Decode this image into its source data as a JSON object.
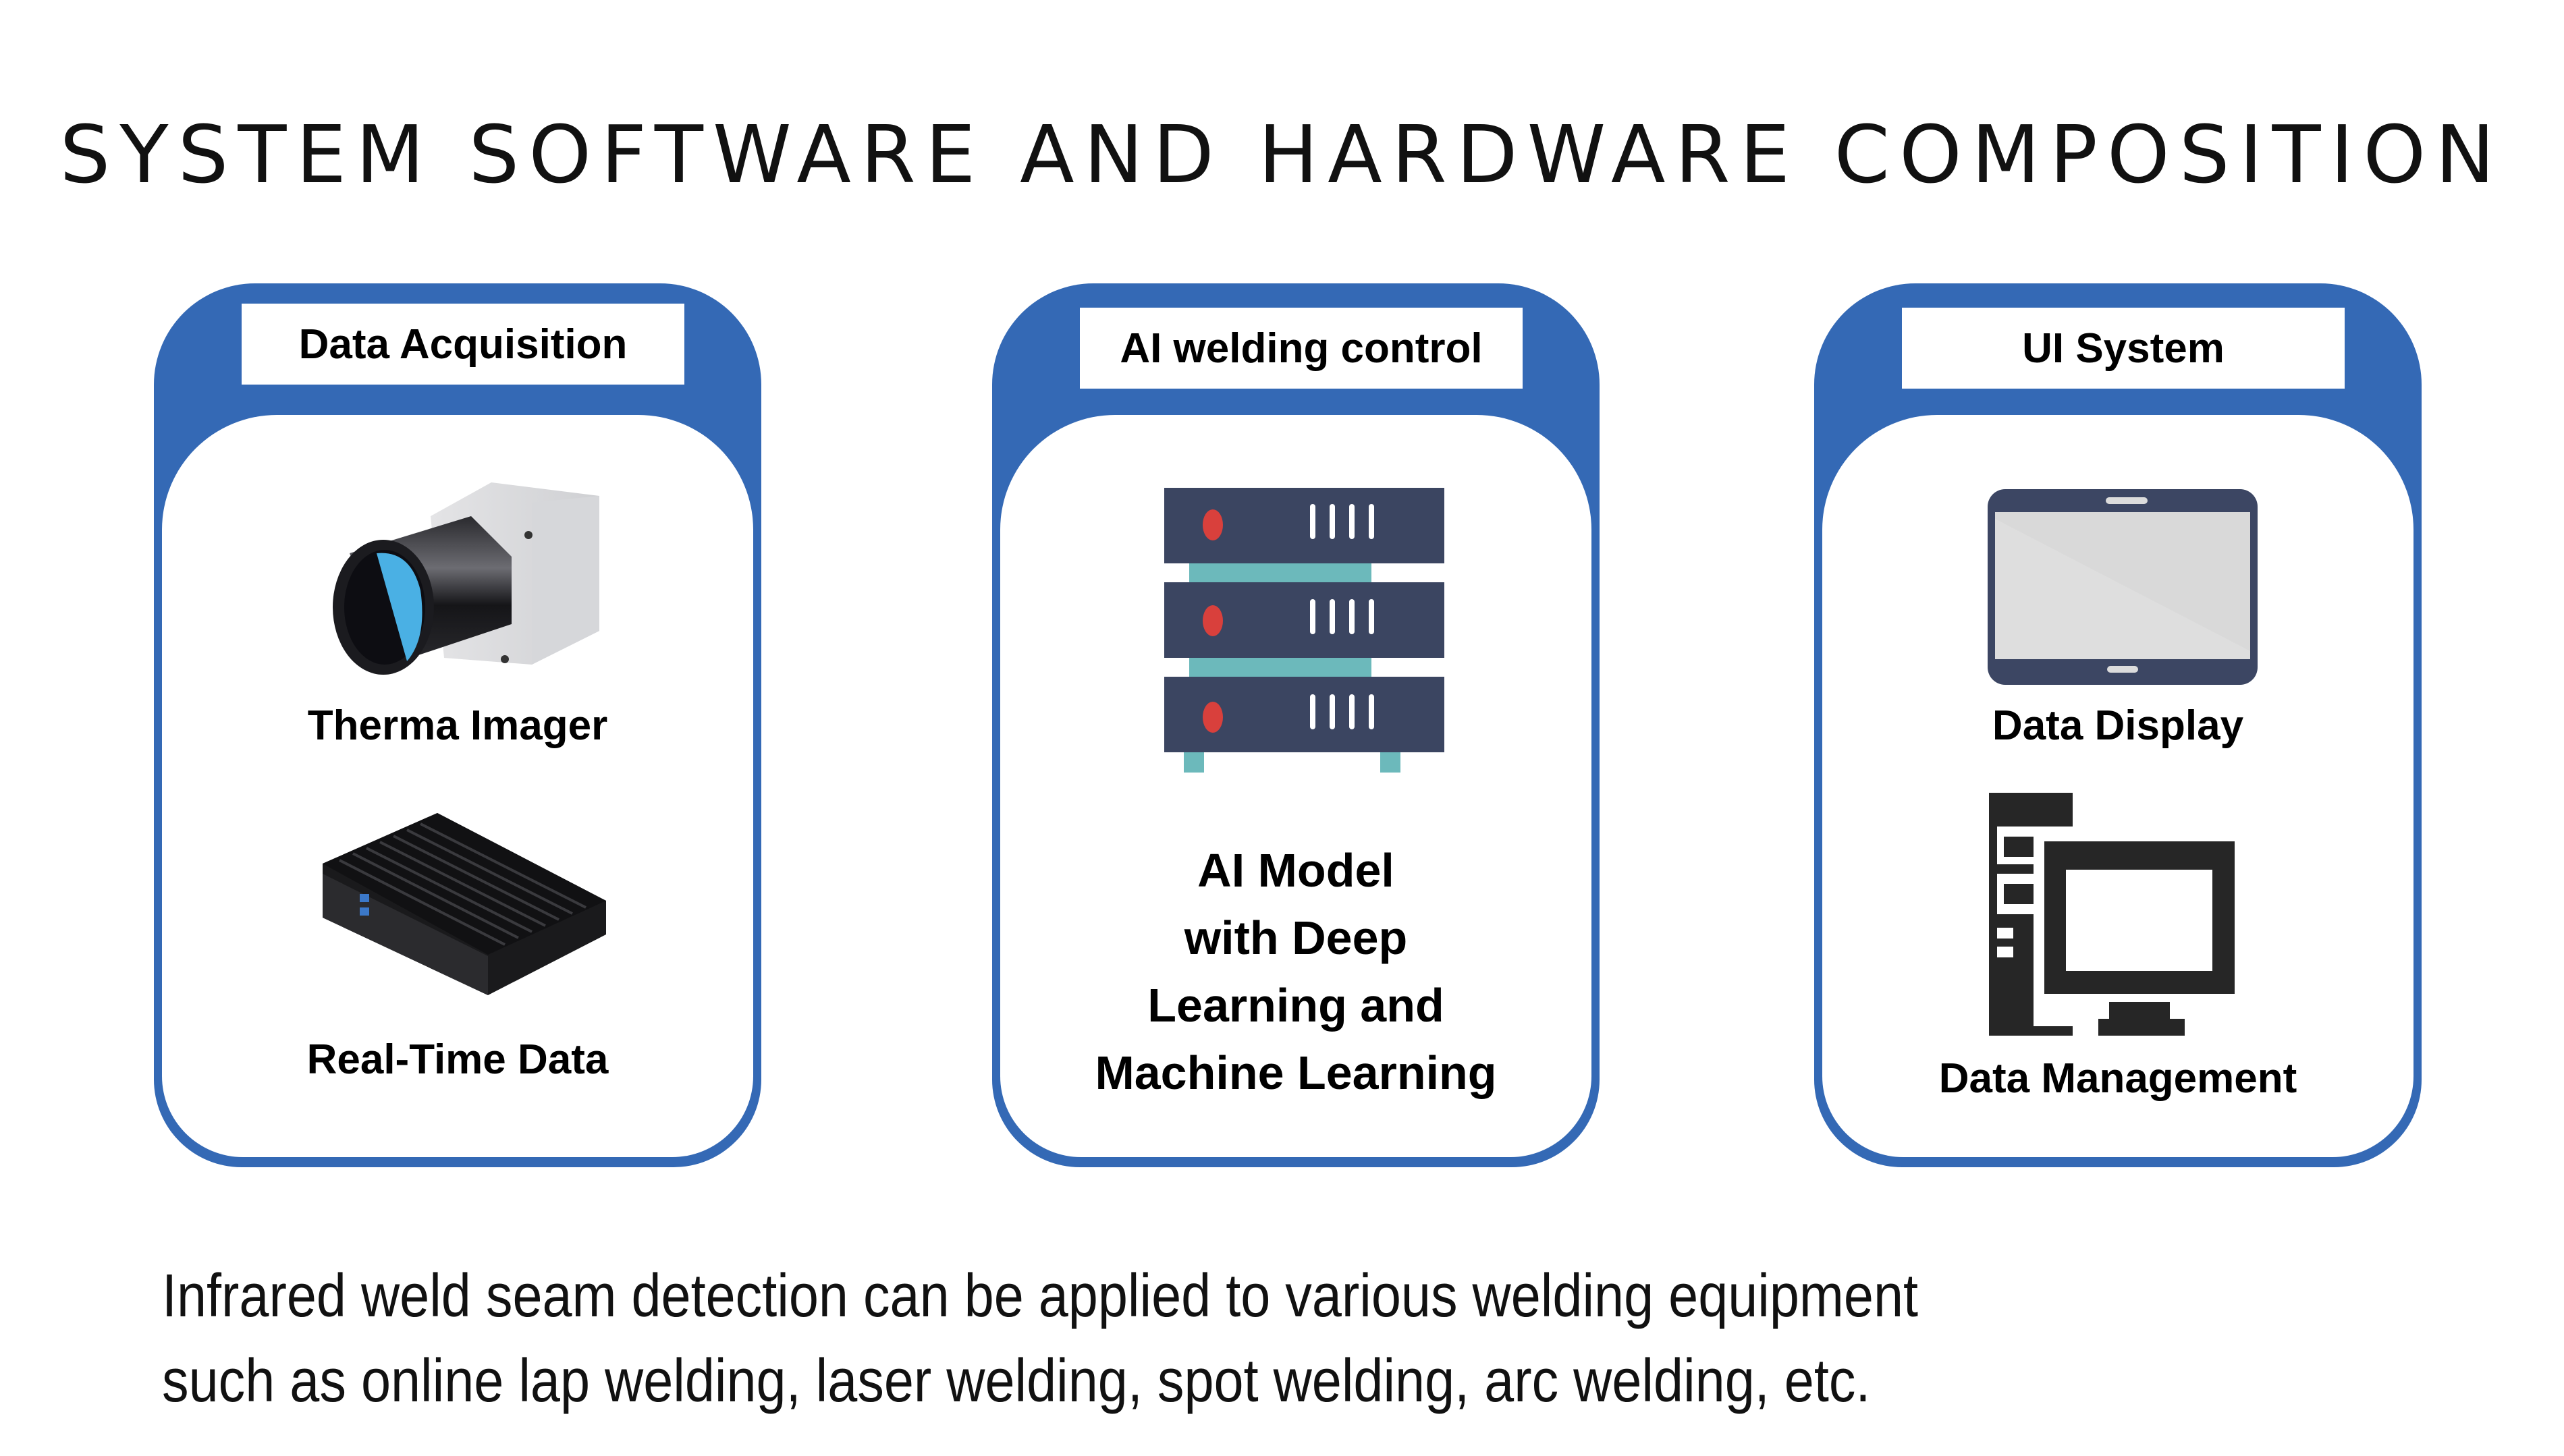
{
  "title": "SYSTEM SOFTWARE AND HARDWARE COMPOSITION",
  "colors": {
    "panel_blue": "#3469b5",
    "server_dark": "#3b4561",
    "server_teal": "#6cb9bb",
    "server_led": "#d9403c",
    "tablet_frame": "#3c4663",
    "tablet_screen": "#d9d9d9",
    "computer_icon": "#262626"
  },
  "panels": [
    {
      "header": "Data Acquisition",
      "items": [
        {
          "icon": "thermal-camera-icon",
          "label": "Therma Imager"
        },
        {
          "icon": "edge-computer-icon",
          "label": "Real-Time Data"
        }
      ]
    },
    {
      "header": "AI welding control",
      "items": [
        {
          "icon": "server-rack-icon",
          "label_lines": [
            "AI Model",
            "with Deep",
            "Learning and",
            "Machine Learning"
          ]
        }
      ]
    },
    {
      "header": "UI System",
      "items": [
        {
          "icon": "tablet-icon",
          "label": "Data Display"
        },
        {
          "icon": "desktop-computer-icon",
          "label": "Data Management"
        }
      ]
    }
  ],
  "footer": {
    "lines": [
      "Infrared weld seam detection can be applied to various welding equipment",
      "such as online lap welding, laser welding, spot welding, arc welding, etc."
    ]
  }
}
